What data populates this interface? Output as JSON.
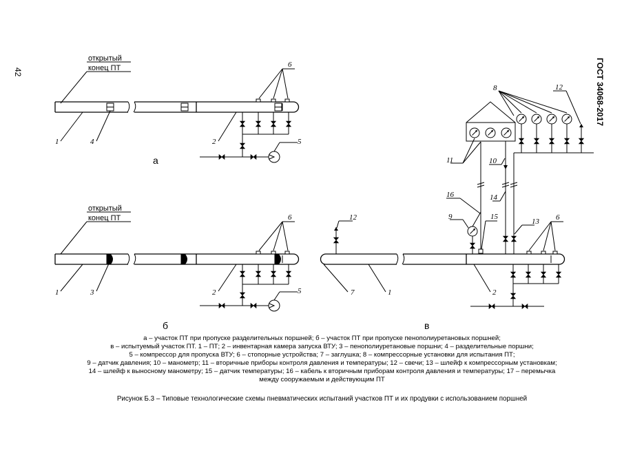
{
  "page_number": "42",
  "document_code": "ГОСТ 34068-2017",
  "labels": {
    "open_end_line1": "открытый",
    "open_end_line2": "конец ПТ",
    "sub_a": "а",
    "sub_b": "б",
    "sub_c": "в"
  },
  "callouts": {
    "n1": "1",
    "n2": "2",
    "n3": "3",
    "n4": "4",
    "n5": "5",
    "n6": "6",
    "n7": "7",
    "n8": "8",
    "n9": "9",
    "n10": "10",
    "n11": "11",
    "n12": "12",
    "n13": "13",
    "n14": "14",
    "n15": "15",
    "n16": "16"
  },
  "legend_lines": [
    "а – участок ПТ при пропуске разделительных поршней; б – участок ПТ при пропуске пенополиуретановых поршней;",
    "в – испытуемый участок ПТ. 1 – ПТ; 2 – инвентарная камера запуска ВТУ; 3 – пенополиуретановые поршни; 4 – разделительные поршни;",
    "5 – компрессор для пропуска ВТУ; 6 – стопорные устройства; 7 – заглушка; 8 – компрессорные установки для испытания ПТ;",
    "9 – датчик давления; 10 – манометр; 11 – вторичные приборы контроля давления и температуры; 12 – свечи; 13 – шлейф к компрессорным установкам;",
    "14 – шлейф к выносному манометру; 15 – датчик температуры; 16 – кабель к вторичным приборам контроля давления и температуры; 17 – перемычка",
    "между сооружаемым и действующим ПТ"
  ],
  "figure_caption": "Рисунок Б.3 – Типовые технологические схемы пневматических испытаний участков ПТ и их продувки с использованием поршней"
}
